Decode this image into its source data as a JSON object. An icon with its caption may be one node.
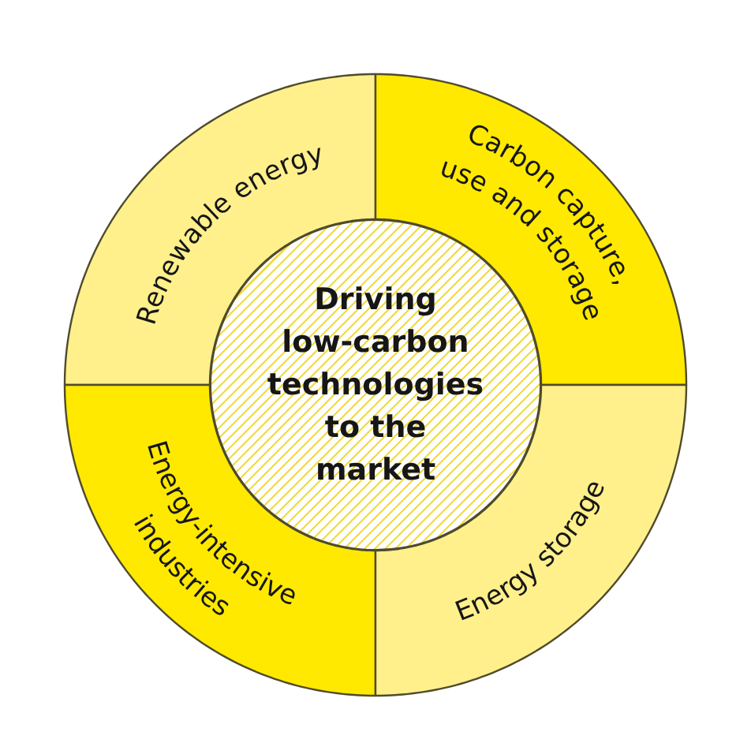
{
  "diagram": {
    "nodes": [
      {
        "text": [
          "Renewable energy"
        ]
      },
      {
        "text": [
          "Carbon capture, use and storage"
        ]
      },
      {
        "text": [
          "Driving low-carbon technologies to the market"
        ]
      },
      {
        "text": [
          "Energy-intensive industries"
        ]
      },
      {
        "text": [
          "Energy storage"
        ]
      }
    ]
  }
}
